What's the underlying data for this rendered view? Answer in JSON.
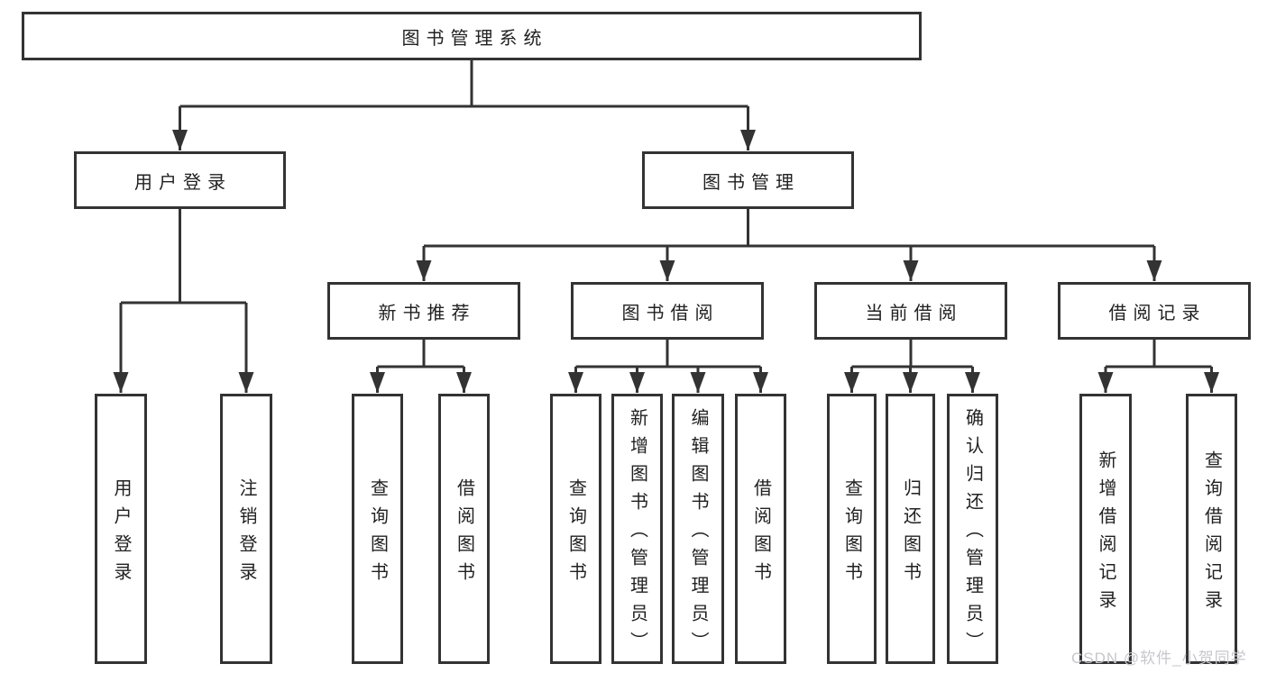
{
  "diagram": {
    "title": "图书管理系统",
    "type": "hierarchy-tree",
    "colors": {
      "line": "#333333",
      "border": "#333333",
      "text": "#212121",
      "background": "#ffffff",
      "watermark": "#c7c7cc"
    },
    "tree": {
      "root": {
        "label": "图书管理系统"
      },
      "branches": [
        {
          "label": "用户登录",
          "children": [
            {
              "label": "用户登录"
            },
            {
              "label": "注销登录"
            }
          ]
        },
        {
          "label": "图书管理",
          "children": [
            {
              "label": "新书推荐",
              "children": [
                {
                  "label": "查询图书"
                },
                {
                  "label": "借阅图书"
                }
              ]
            },
            {
              "label": "图书借阅",
              "children": [
                {
                  "label": "查询图书"
                },
                {
                  "label": "新增图书（管理员）"
                },
                {
                  "label": "编辑图书（管理员）"
                },
                {
                  "label": "借阅图书"
                }
              ]
            },
            {
              "label": "当前借阅",
              "children": [
                {
                  "label": "查询图书"
                },
                {
                  "label": "归还图书"
                },
                {
                  "label": "确认归还（管理员）"
                }
              ]
            },
            {
              "label": "借阅记录",
              "children": [
                {
                  "label": "新增借阅记录"
                },
                {
                  "label": "查询借阅记录"
                }
              ]
            }
          ]
        }
      ]
    }
  },
  "watermark": "CSDN @软件_小贺同学"
}
